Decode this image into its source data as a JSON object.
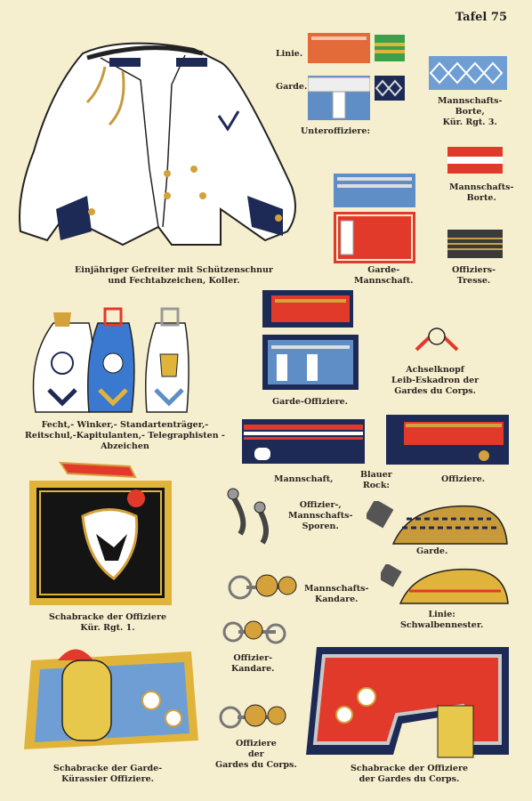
{
  "plate": {
    "title": "Tafel 75"
  },
  "labels": {
    "linie": "Linie.",
    "garde": "Garde.",
    "unteroffiziere": "Unteroffiziere:",
    "mannschafts_borte_kur": [
      "Mannschafts-",
      "Borte,",
      "Kür. Rgt. 3."
    ],
    "koller": [
      "Einjähriger Gefreiter mit Schützenschnur",
      "und Fechtabzeichen, Koller."
    ],
    "mannschafts_borte": [
      "Mannschafts-",
      "Borte."
    ],
    "garde_mannschaft": [
      "Garde-",
      "Mannschaft."
    ],
    "offiziers_tresse": [
      "Offiziers-",
      "Tresse."
    ],
    "garde_offiziere": "Garde-Offiziere.",
    "achselknopf": [
      "Achselknopf",
      "Leib-Eskadron der",
      "Gardes du Corps."
    ],
    "abzeichen": [
      "Fecht,- Winker,- Standartenträger,-",
      "Reitschul,-Kapitulanten,- Telegraphisten -",
      "Abzeichen"
    ],
    "mannschaft": "Mannschaft,",
    "blauer_rock": [
      "Blauer",
      "Rock:"
    ],
    "offiziere": "Offiziere.",
    "sporen": [
      "Offizier-,",
      "Mannschafts-",
      "Sporen."
    ],
    "garde2": "Garde.",
    "schabracke_offiziere": [
      "Schabracke der Offiziere",
      "Kür. Rgt. 1."
    ],
    "mannschafts_kandare": [
      "Mannschafts-",
      "Kandare."
    ],
    "linie_schwalbennester": [
      "Linie:",
      "Schwalbennester."
    ],
    "offizier_kandare": [
      "Offizier-",
      "Kandare."
    ],
    "offiziere_gardes": [
      "Offiziere",
      "der",
      "Gardes du Corps."
    ],
    "schabracke_garde_kur": [
      "Schabracke der Garde-",
      "Kürassier Offiziere."
    ],
    "schabracke_gardes": [
      "Schabracke der Offiziere",
      "der Gardes du Corps."
    ]
  },
  "colors": {
    "background": "#f6efcf",
    "red": "#e23a2a",
    "blue": "#5f8ec7",
    "navy": "#1d2a55",
    "gold": "#e0b43a",
    "black": "#141414"
  }
}
